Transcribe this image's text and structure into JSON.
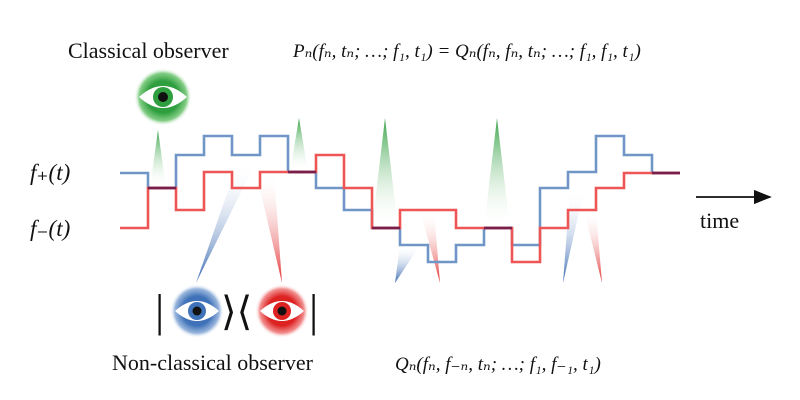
{
  "labels": {
    "classical_observer": "Classical observer",
    "nonclassical_observer": "Non-classical observer",
    "time": "time",
    "f_plus": "f₊(t)",
    "f_minus": "f₋(t)",
    "formula_classical": "Pₙ(fₙ, tₙ; …; f₁, t₁) = Qₙ(fₙ, fₙ, tₙ; …; f₁, f₁, t₁)",
    "formula_nonclassical": "Qₙ(fₙ, f₋ₙ, tₙ; …; f₁, f₋₁, t₁)",
    "ket_left": "|",
    "ket_mid_right": "⟩⟨",
    "ket_right": "|"
  },
  "colors": {
    "f_plus": "#7096c8",
    "f_minus": "#ee5555",
    "overlap": "#7a1f4a",
    "classical_eye": "#2e9e3e",
    "blue_eye": "#3f72b8",
    "red_eye": "#dd2222"
  }
}
